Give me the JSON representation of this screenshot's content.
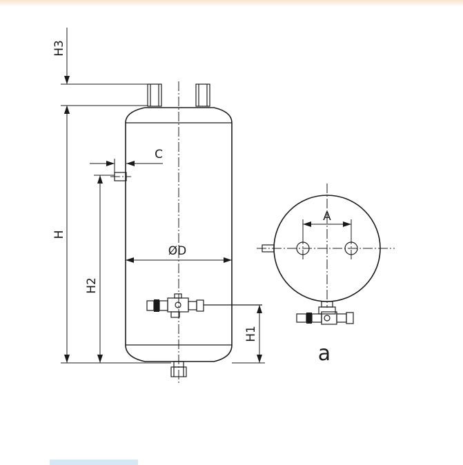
{
  "labels": {
    "h3": "H3",
    "h": "H",
    "h2": "H2",
    "h1": "H1",
    "c": "C",
    "d": "ØD",
    "a_dim": "A",
    "view": "a"
  }
}
